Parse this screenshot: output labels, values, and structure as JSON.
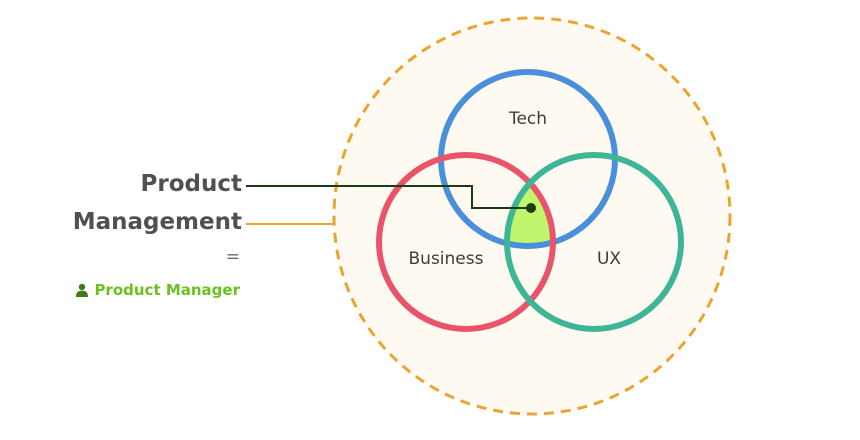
{
  "title": {
    "line1": "Product",
    "line2": "Management"
  },
  "equals": "=",
  "role": {
    "icon": "user-icon",
    "label": "Product Manager"
  },
  "circles": {
    "tech": "Tech",
    "business": "Business",
    "ux": "UX"
  },
  "colors": {
    "tech": "#4a8fdc",
    "business": "#e9546b",
    "ux": "#3cb696",
    "intersection": "#c2f56e",
    "outer_dashed": "#eaa52f",
    "outer_fill": "#fefaf1",
    "pointer_line": "#1d3b12",
    "role_text": "#6cbf1e",
    "title_text": "#505050"
  }
}
